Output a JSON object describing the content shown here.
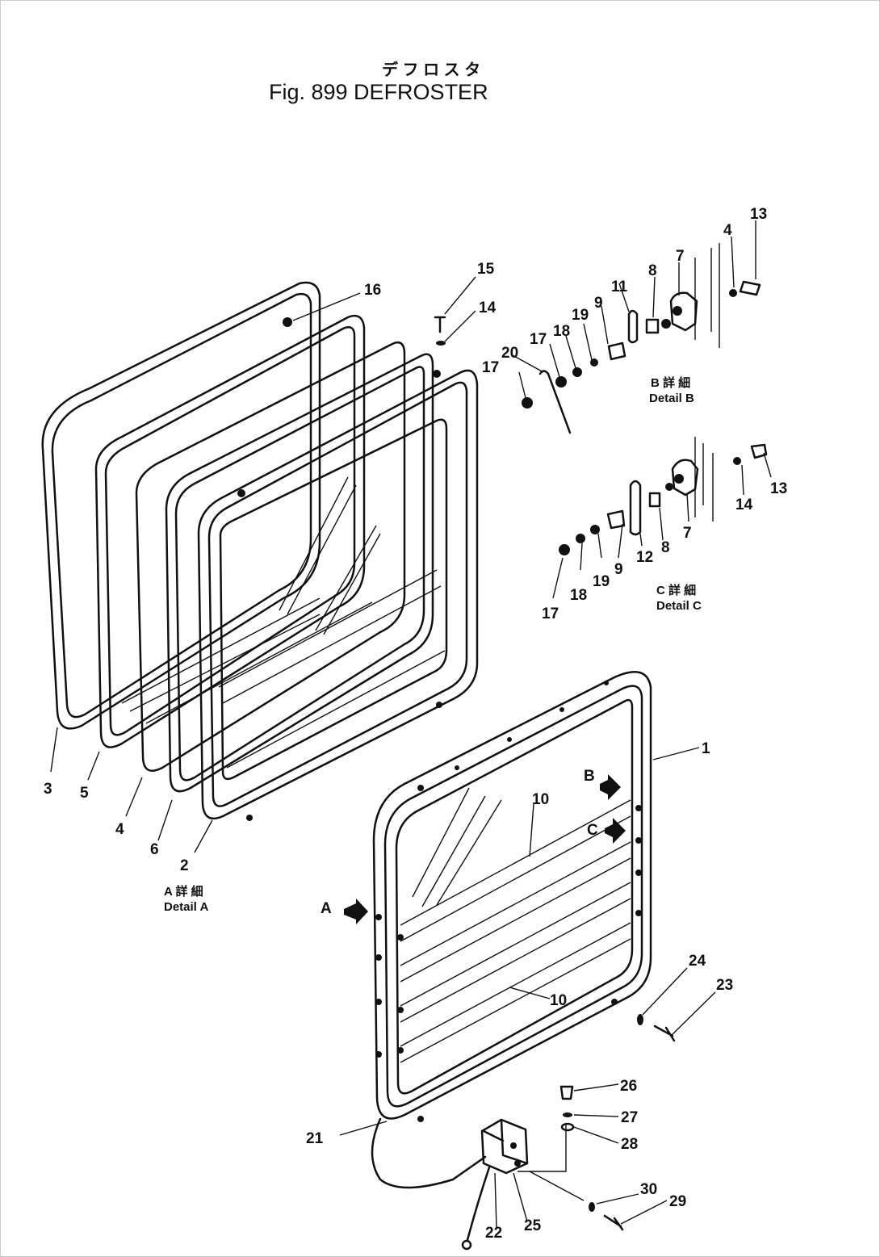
{
  "figure": {
    "katakana": "デ フ ロ ス タ",
    "title": "Fig. 899  DEFROSTER"
  },
  "details": {
    "A_jp": "A 詳 細",
    "A": "Detail A",
    "B_jp": "B 詳 細",
    "B": "Detail B",
    "C_jp": "C 詳 細",
    "C": "Detail C"
  },
  "arrows": {
    "A": "A",
    "B": "B",
    "C": "C"
  },
  "callouts": {
    "p1": "1",
    "p2": "2",
    "p3": "3",
    "p4": "4",
    "p5": "5",
    "p6": "6",
    "p16a": "16",
    "p15": "15",
    "p14": "14",
    "b13": "13",
    "b4": "4",
    "b7": "7",
    "b8": "8",
    "b11": "11",
    "b9": "9",
    "b19": "19",
    "b18": "18",
    "b17": "17",
    "b20": "20",
    "b17b": "17",
    "c13": "13",
    "c14": "14",
    "c7": "7",
    "c8": "8",
    "c12": "12",
    "c9": "9",
    "c19": "19",
    "c18": "18",
    "c17": "17",
    "p10a": "10",
    "p10b": "10",
    "p24": "24",
    "p23": "23",
    "p26": "26",
    "p27": "27",
    "p28": "28",
    "p30": "30",
    "p29": "29",
    "p21": "21",
    "p22": "22",
    "p25": "25"
  }
}
